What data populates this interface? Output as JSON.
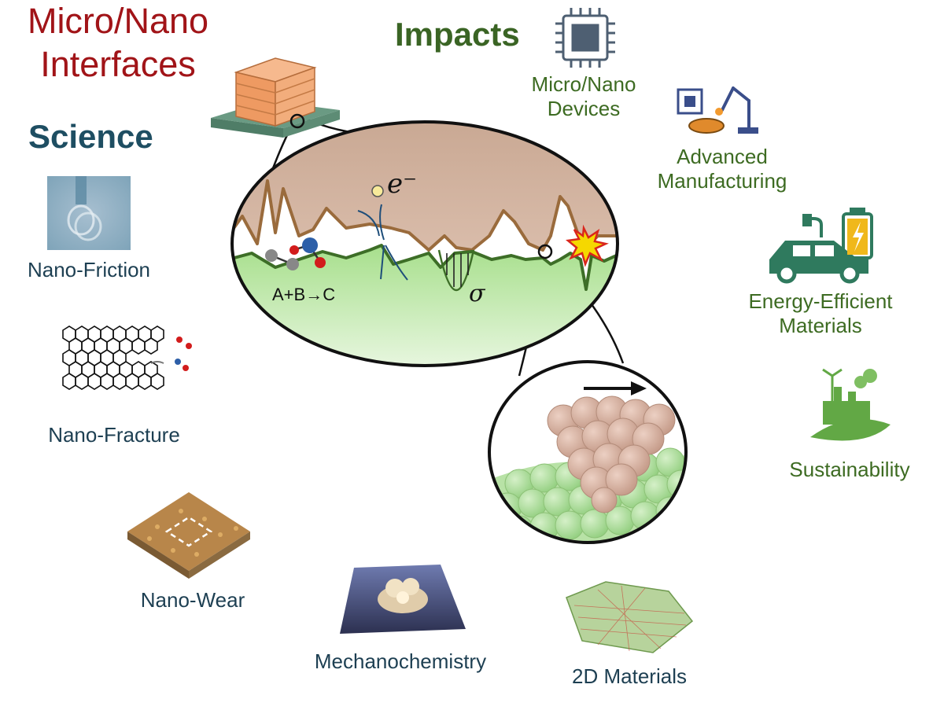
{
  "science": {
    "title": "Science",
    "items": [
      "Nano-Friction",
      "Nano-Fracture",
      "Nano-Wear",
      "Mechanochemistry",
      "2D Materials"
    ]
  },
  "impacts": {
    "title": "Impacts",
    "items": [
      {
        "line1": "Micro/Nano",
        "line2": "Devices"
      },
      {
        "line1": "Advanced",
        "line2": "Manufacturing"
      },
      {
        "line1": "Energy-Efficient",
        "line2": "Materials"
      },
      {
        "line1": "Sustainability",
        "line2": ""
      }
    ]
  },
  "center": {
    "line1": "Micro/Nano",
    "line2": "Interfaces",
    "electron_label": "e⁻",
    "reaction_label": "A+B→C",
    "stress_label": "σ"
  },
  "colors": {
    "science": "#1e4e62",
    "impacts": "#3a6424",
    "interfaces": "#a11418"
  }
}
